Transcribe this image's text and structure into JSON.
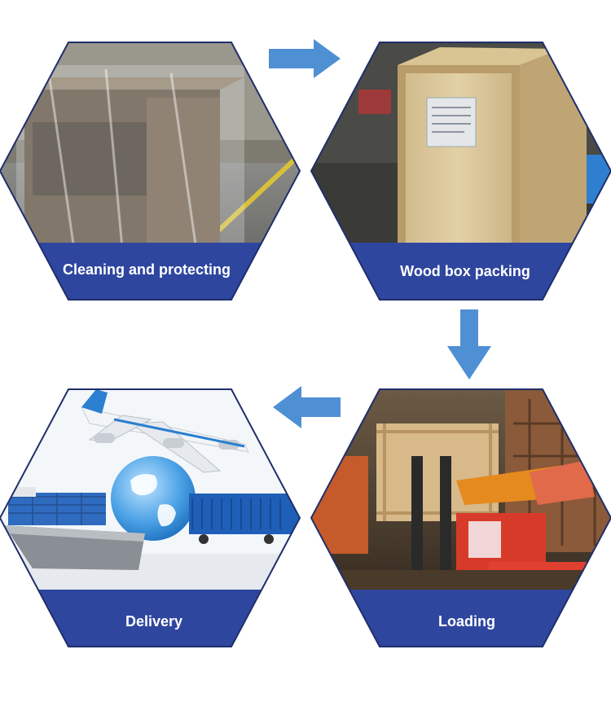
{
  "steps": [
    {
      "label": "Cleaning and protecting",
      "photo": "wrapped-machine-photo"
    },
    {
      "label": "Wood box packing",
      "photo": "wooden-crate-photo"
    },
    {
      "label": "Loading",
      "photo": "forklift-loading-photo"
    },
    {
      "label": "Delivery",
      "photo": "airplane-ship-globe-photo"
    }
  ],
  "colors": {
    "band": "#2f469f",
    "border": "#1f2f6b",
    "arrow": "#4f8fd4"
  }
}
